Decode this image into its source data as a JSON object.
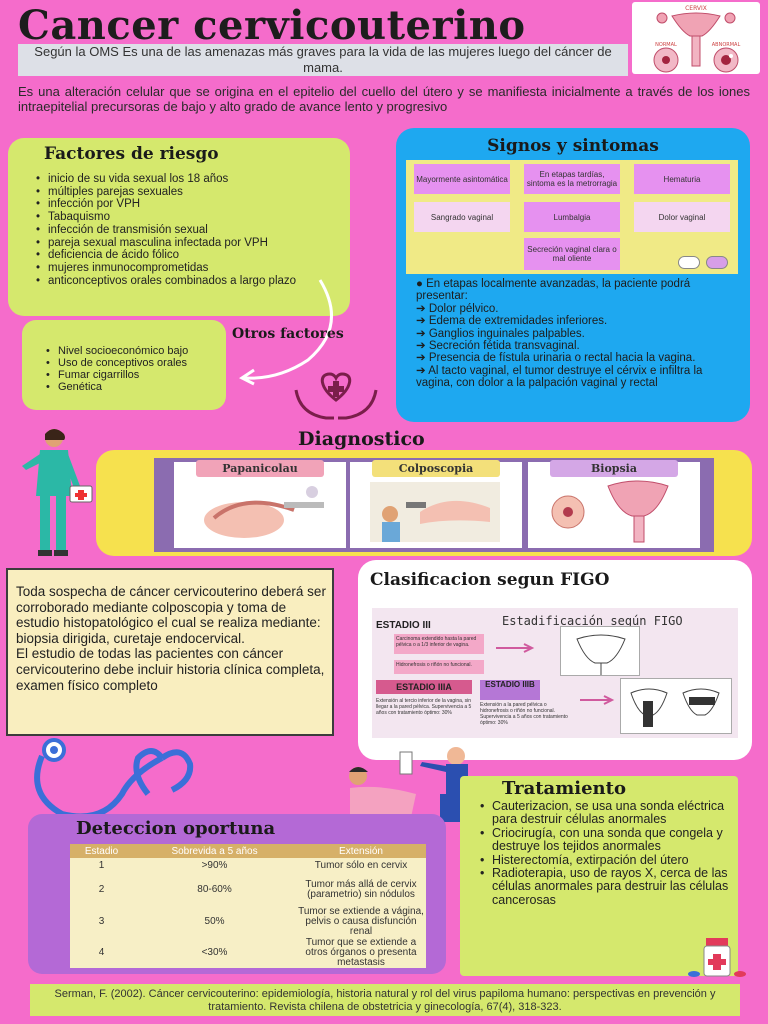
{
  "title": "Cancer cervicouterino",
  "oms_note": "Según la OMS Es una de las amenazas más graves para la vida de las mujeres luego del cáncer de mama.",
  "intro": "Es una alteración celular que se origina en el epitelio del cuello del útero y se manifiesta inicialmente a través de los iones intraepitelial precursoras de bajo y alto grado de avance lento y progresivo",
  "cervix_figure": {
    "title": "CERVIX",
    "left_label": "NORMAL",
    "right_label": "ABNORMAL"
  },
  "factores": {
    "title": "Factores de riesgo",
    "items": [
      "inicio de su vida sexual los 18 años",
      "múltiples parejas sexuales",
      "infección por VPH",
      "Tabaquismo",
      "infección de transmisión sexual",
      " pareja sexual masculina infectada por VPH",
      "deficiencia de ácido fólico",
      "mujeres inmunocomprometidas",
      "anticonceptivos orales combinados a largo plazo"
    ]
  },
  "otros": {
    "title": "Otros factores",
    "items": [
      "Nivel socioeconómico bajo",
      "Uso de conceptivos orales",
      "Fumar cigarrillos",
      "Genética"
    ]
  },
  "signos": {
    "title": "Signos y sintomas",
    "cells": [
      "Mayormente asintomática",
      "En etapas tardías, sintoma es la metrorragia",
      "Hematuria",
      "Sangrado vaginal",
      "Lumbalgia",
      "Dolor vaginal",
      "Secreción vaginal clara o mal oliente"
    ],
    "text_lines": [
      "● En etapas localmente avanzadas, la paciente podrá presentar:",
      "➔ Dolor pélvico.",
      "➔ Edema de extremidades inferiores.",
      "➔ Ganglios inguinales palpables.",
      "➔ Secreción fétida transvaginal.",
      "➔ Presencia de fístula urinaria o rectal hacia la vagina.",
      "➔ Al tacto vaginal, el tumor destruye el cérvix e infiltra la vagina, con dolor a la palpación vaginal y rectal"
    ]
  },
  "diagnostico": {
    "title": "Diagnostico",
    "cards": [
      "Papanicolau",
      "Colposcopia",
      "Biopsia"
    ]
  },
  "sospecha": "Toda sospecha de cáncer cervicouterino deberá ser corroborado mediante colposcopia y toma de estudio histopatológico el cual se realiza mediante: biopsia dirigida, curetaje endocervical.\nEl estudio de todas las pacientes con cáncer cervicouterino debe incluir historia clínica completa, examen físico completo",
  "figo": {
    "title": "Clasificacion segun FIGO",
    "subtitle": "Estadificación según FIGO",
    "stage3": "ESTADIO III",
    "stage3_box1": "Carcinoma extendido hasta la pared pélvica o a 1/3 inferior de vagina.",
    "stage3_box2": "Hidronefrosis o riñón no funcional.",
    "stage3a": "ESTADIO IIIA",
    "stage3b": "ESTADIO IIIB",
    "stage3a_text": "Extensión al tercio inferior de la vagina, sin llegar a la pared pélvica. Supervivencia a 5 años con tratamiento óptimo: 30%",
    "stage3b_text": "Extensión a la pared pélvica o hidronefrosis o riñón no funcional. Supervivencia a 5 años con tratamiento óptimo: 30%"
  },
  "tratamiento": {
    "title": "Tratamiento",
    "items": [
      "Cauterizacion, se usa una sonda eléctrica para destruir células anormales",
      "Criocirugía, con una sonda que congela y destruye los tejidos anormales",
      "Histerectomía, extirpación del útero",
      "Radioterapia, uso de rayos X, cerca de las células anormales para destruir las células cancerosas"
    ]
  },
  "deteccion": {
    "title": "Deteccion oportuna",
    "headers": [
      "Estadio",
      "Sobrevida a 5 años",
      "Extensión"
    ],
    "rows": [
      [
        "1",
        ">90%",
        "Tumor sólo en cervix"
      ],
      [
        "2",
        "80-60%",
        "Tumor más allá de cervix (parametrio) sin nódulos"
      ],
      [
        "3",
        "50%",
        "Tumor se extiende a vágina, pelvis o causa disfunción renal"
      ],
      [
        "4",
        "<30%",
        "Tumor que se extiende a otros órganos o presenta metastasis"
      ]
    ]
  },
  "citation": "Serman, F. (2002). Cáncer cervicouterino: epidemiología, historia natural y rol del virus papiloma humano: perspectivas en prevención y tratamiento. Revista chilena de obstetricia y ginecología, 67(4), 318-323."
}
